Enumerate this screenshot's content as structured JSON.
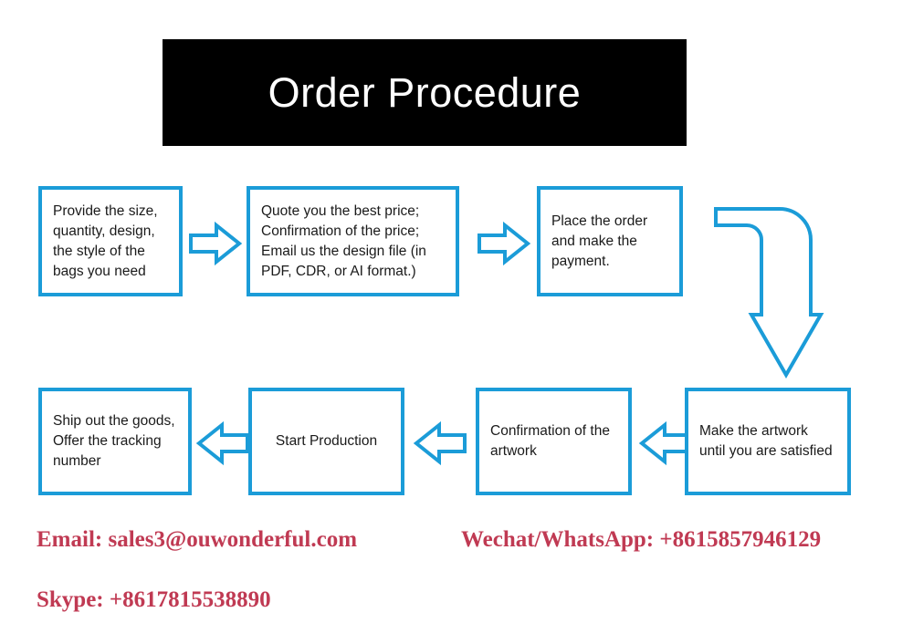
{
  "header": {
    "title": "Order Procedure"
  },
  "theme": {
    "accent_blue": "#1b9cd8",
    "banner_background": "#000000",
    "banner_text": "#ffffff",
    "contact_red": "#c03a53",
    "box_text": "#1a1a1a",
    "page_background": "#ffffff"
  },
  "flow": {
    "row1": [
      {
        "id": "step-1",
        "text": "Provide the size,\nquantity, design,\nthe style of the\nbags you need",
        "align": "left"
      },
      {
        "id": "step-2",
        "text": "Quote you the best price;\nConfirmation of the price;\nEmail us the design file (in\nPDF, CDR, or AI format.)",
        "align": "left"
      },
      {
        "id": "step-3",
        "text": "Place the order\nand make the\npayment.",
        "align": "left"
      }
    ],
    "row2": [
      {
        "id": "step-7",
        "text": "Ship out the goods,\nOffer the tracking\nnumber",
        "align": "left"
      },
      {
        "id": "step-6",
        "text": "Start Production",
        "align": "center"
      },
      {
        "id": "step-5",
        "text": "Confirmation of the\nartwork",
        "align": "left"
      },
      {
        "id": "step-4",
        "text": "Make the artwork\nuntil you are satisfied",
        "align": "left"
      }
    ],
    "connectors": [
      {
        "id": "arrow-1-2",
        "icon": "arrow-right-icon",
        "direction": "right"
      },
      {
        "id": "arrow-2-3",
        "icon": "arrow-right-icon",
        "direction": "right"
      },
      {
        "id": "arrow-3-4",
        "icon": "arrow-elbow-down-icon",
        "direction": "down"
      },
      {
        "id": "arrow-4-5",
        "icon": "arrow-left-icon",
        "direction": "left"
      },
      {
        "id": "arrow-5-6",
        "icon": "arrow-left-icon",
        "direction": "left"
      },
      {
        "id": "arrow-6-7",
        "icon": "arrow-left-icon",
        "direction": "left"
      }
    ]
  },
  "contacts": [
    {
      "id": "email",
      "label": "Email: sales3@ouwonderful.com"
    },
    {
      "id": "wechat-whatsapp",
      "label": "Wechat/WhatsApp: +8615857946129"
    },
    {
      "id": "skype",
      "label": "Skype: +8617815538890"
    }
  ]
}
